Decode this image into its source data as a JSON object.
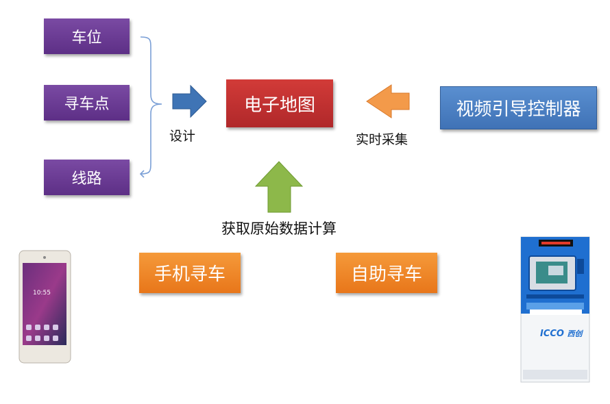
{
  "left_items": [
    "车位",
    "寻车点",
    "线路"
  ],
  "center": {
    "title": "电子地图"
  },
  "right": {
    "title": "视频引导控制器"
  },
  "labels": {
    "design": "设计",
    "realtime": "实时采集",
    "compute": "获取原始数据计算"
  },
  "bottom": {
    "phone_box": "手机寻车",
    "kiosk_box": "自助寻车"
  },
  "kiosk": {
    "brand": "ICCO",
    "brand_cn": "西创"
  },
  "colors": {
    "purple": "#6a3a94",
    "red": "#c0302f",
    "blue": "#4a7fc0",
    "orange": "#f08a2a",
    "arrow_blue": "#3f74b5",
    "arrow_orange": "#f39a4a",
    "arrow_green": "#8db84a"
  }
}
